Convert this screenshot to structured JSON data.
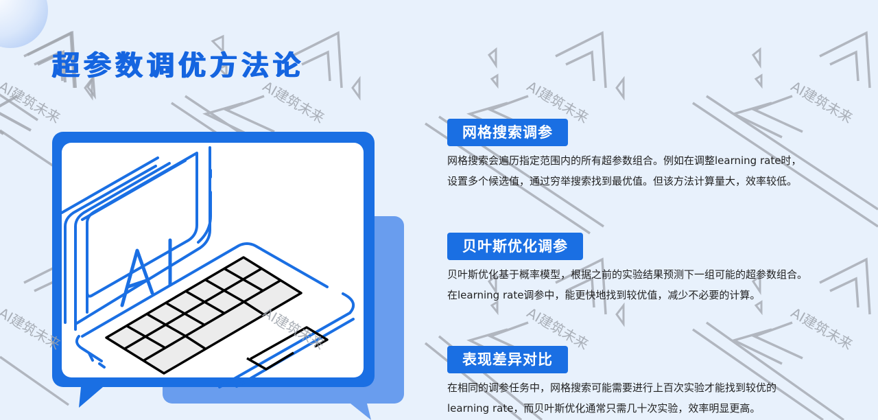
{
  "page": {
    "title": "超参数调优方法论",
    "background_color": "#e8f1fc",
    "accent_color": "#1a6fe3"
  },
  "illustration": {
    "screen_text": "AI",
    "description": "laptop-in-speech-bubble",
    "stroke_color": "#1a6fe3",
    "key_color": "#000000"
  },
  "sections": [
    {
      "heading": "网格搜索调参",
      "lines": [
        "网格搜索会遍历指定范围内的所有超参数组合。例如在调整learning rate时，",
        "设置多个候选值，通过穷举搜索找到最优值。但该方法计算量大，效率较低。"
      ]
    },
    {
      "heading": "贝叶斯优化调参",
      "lines": [
        "贝叶斯优化基于概率模型，根据之前的实验结果预测下一组可能的超参数组合。",
        "在learning rate调参中，能更快地找到较优值，减少不必要的计算。"
      ]
    },
    {
      "heading": "表现差异对比",
      "lines": [
        "在相同的调参任务中，网格搜索可能需要进行上百次实验才能找到较优的",
        "learning rate，而贝叶斯优化通常只需几十次实验，效率明显更高。"
      ]
    }
  ],
  "watermark": {
    "text": "AI建筑未来",
    "color": "#9ea4ac"
  }
}
